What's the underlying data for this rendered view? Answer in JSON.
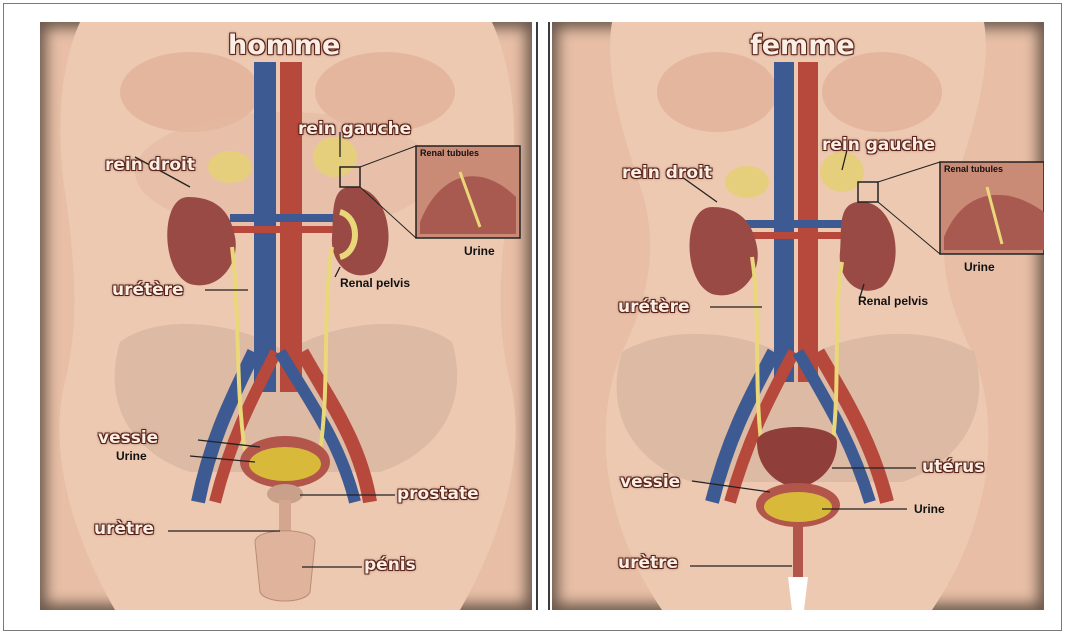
{
  "male": {
    "title": "homme",
    "labels": {
      "rein_gauche": "rein gauche",
      "rein_droit": "rein droit",
      "renal_tubules": "Renal tubules",
      "urine_inset": "Urine",
      "renal_pelvis": "Renal pelvis",
      "uretere": "urétère",
      "vessie": "vessie",
      "urine": "Urine",
      "prostate": "prostate",
      "uretre": "urètre",
      "penis": "pénis"
    }
  },
  "female": {
    "title": "femme",
    "labels": {
      "rein_gauche": "rein gauche",
      "rein_droit": "rein droit",
      "renal_tubules": "Renal tubules",
      "urine_inset": "Urine",
      "renal_pelvis": "Renal pelvis",
      "uretere": "urétère",
      "uterus": "utérus",
      "vessie": "vessie",
      "urine": "Urine",
      "uretre": "urètre"
    }
  },
  "colors": {
    "skin": "#e8bfa6",
    "kidney": "#9a4a44",
    "artery": "#b6483c",
    "vein": "#3d5a92",
    "ureter": "#e9d77a",
    "urine": "#d8b93a",
    "label_outline": "#5a2318"
  }
}
